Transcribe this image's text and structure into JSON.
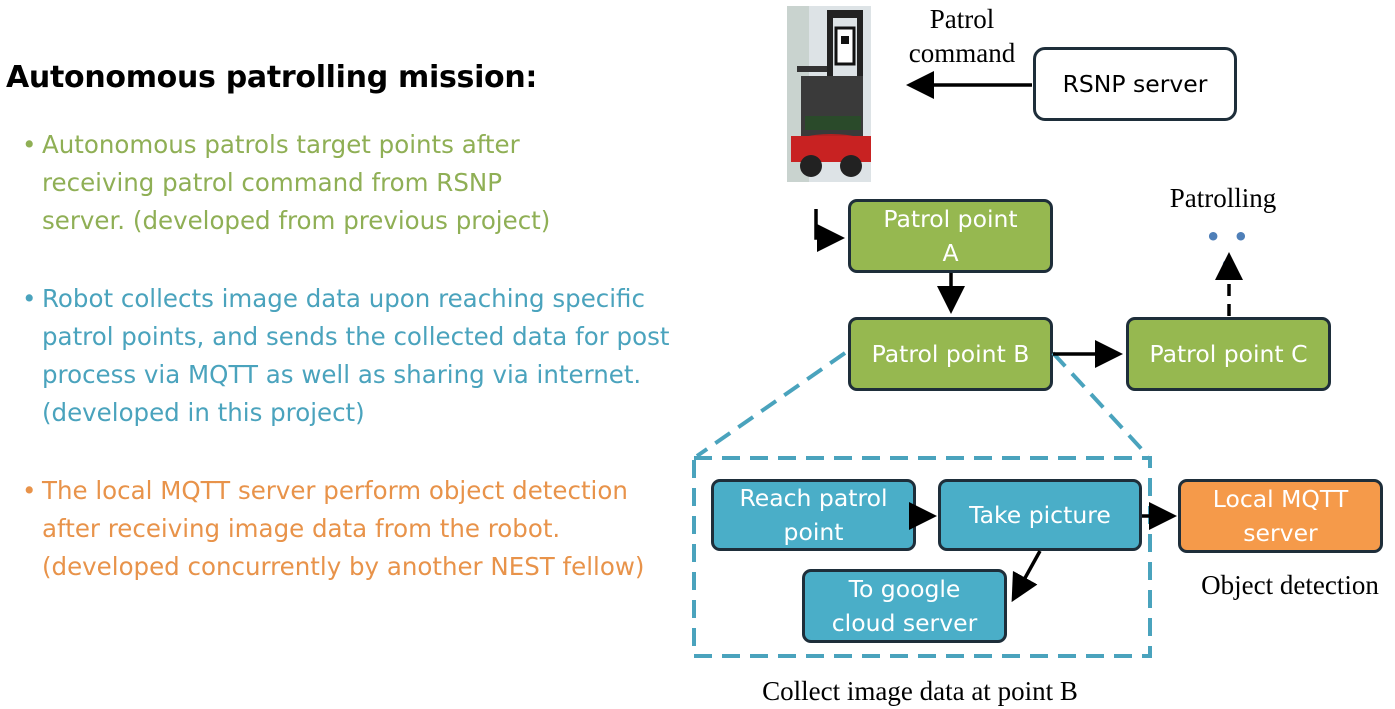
{
  "title": "Autonomous patrolling mission:",
  "bullets": [
    {
      "dot": "•",
      "text": "Autonomous patrols target points after receiving patrol command from RSNP server. (developed from previous project)",
      "color": "#8faf55"
    },
    {
      "dot": "•",
      "text": "Robot collects image data upon reaching specific patrol points, and sends the collected data for post process via MQTT as well as sharing via internet. (developed in this project)",
      "color": "#4aa3bd"
    },
    {
      "dot": "•",
      "text": "The local MQTT server perform object detection after receiving image data from the robot. (developed concurrently by another NEST fellow)",
      "color": "#e8934a"
    }
  ],
  "diagram": {
    "patrol_command": "Patrol command",
    "rsnp_server": "RSNP server",
    "patrolling": "Patrolling",
    "ellipsis": "• • •",
    "patrol_a": "Patrol point A",
    "patrol_b": "Patrol point B",
    "patrol_c": "Patrol point C",
    "reach": "Reach patrol point",
    "take_picture": "Take picture",
    "google": "To google cloud server",
    "local_mqtt": "Local MQTT server",
    "object_detection": "Object detection",
    "collect_caption": "Collect image data at point B"
  },
  "colors": {
    "green_box": "#96b850",
    "blue_box": "#4aaec8",
    "orange_box": "#f59a4a",
    "dashed": "#4aa3bd"
  }
}
